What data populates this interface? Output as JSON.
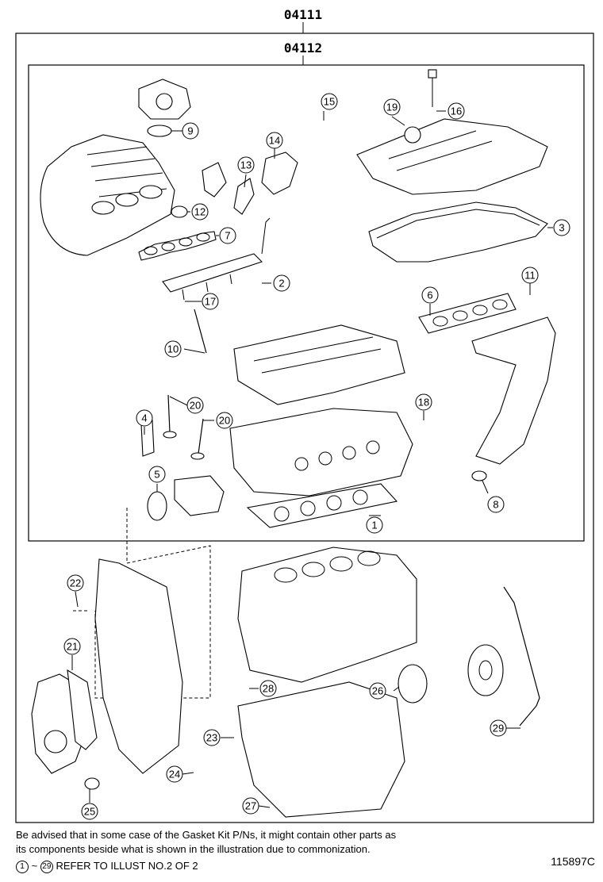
{
  "headers": {
    "outer_code": "04111",
    "inner_code": "04112"
  },
  "callouts": [
    {
      "id": "c1",
      "label": "1"
    },
    {
      "id": "c2",
      "label": "2"
    },
    {
      "id": "c3",
      "label": "3"
    },
    {
      "id": "c4",
      "label": "4"
    },
    {
      "id": "c5",
      "label": "5"
    },
    {
      "id": "c6",
      "label": "6"
    },
    {
      "id": "c7",
      "label": "7"
    },
    {
      "id": "c8",
      "label": "8"
    },
    {
      "id": "c9",
      "label": "9"
    },
    {
      "id": "c10",
      "label": "10"
    },
    {
      "id": "c11",
      "label": "11"
    },
    {
      "id": "c12",
      "label": "12"
    },
    {
      "id": "c13",
      "label": "13"
    },
    {
      "id": "c14",
      "label": "14"
    },
    {
      "id": "c15",
      "label": "15"
    },
    {
      "id": "c16",
      "label": "16"
    },
    {
      "id": "c17",
      "label": "17"
    },
    {
      "id": "c18",
      "label": "18"
    },
    {
      "id": "c19",
      "label": "19"
    },
    {
      "id": "c20a",
      "label": "20"
    },
    {
      "id": "c20b",
      "label": "20"
    },
    {
      "id": "c21",
      "label": "21"
    },
    {
      "id": "c22",
      "label": "22"
    },
    {
      "id": "c23",
      "label": "23"
    },
    {
      "id": "c24",
      "label": "24"
    },
    {
      "id": "c25",
      "label": "25"
    },
    {
      "id": "c26",
      "label": "26"
    },
    {
      "id": "c27",
      "label": "27"
    },
    {
      "id": "c28",
      "label": "28"
    },
    {
      "id": "c29",
      "label": "29"
    }
  ],
  "footer": {
    "note_line1": "Be advised that in some case of the Gasket Kit P/Ns,  it might contain other parts as",
    "note_line2": "its components beside what is shown in the illustration due to commonization.",
    "range_start": "1",
    "range_sep": "~",
    "range_end": "29",
    "ref_text": " REFER TO ILLUST NO.2 OF 2",
    "illustration_id": "115897C"
  }
}
